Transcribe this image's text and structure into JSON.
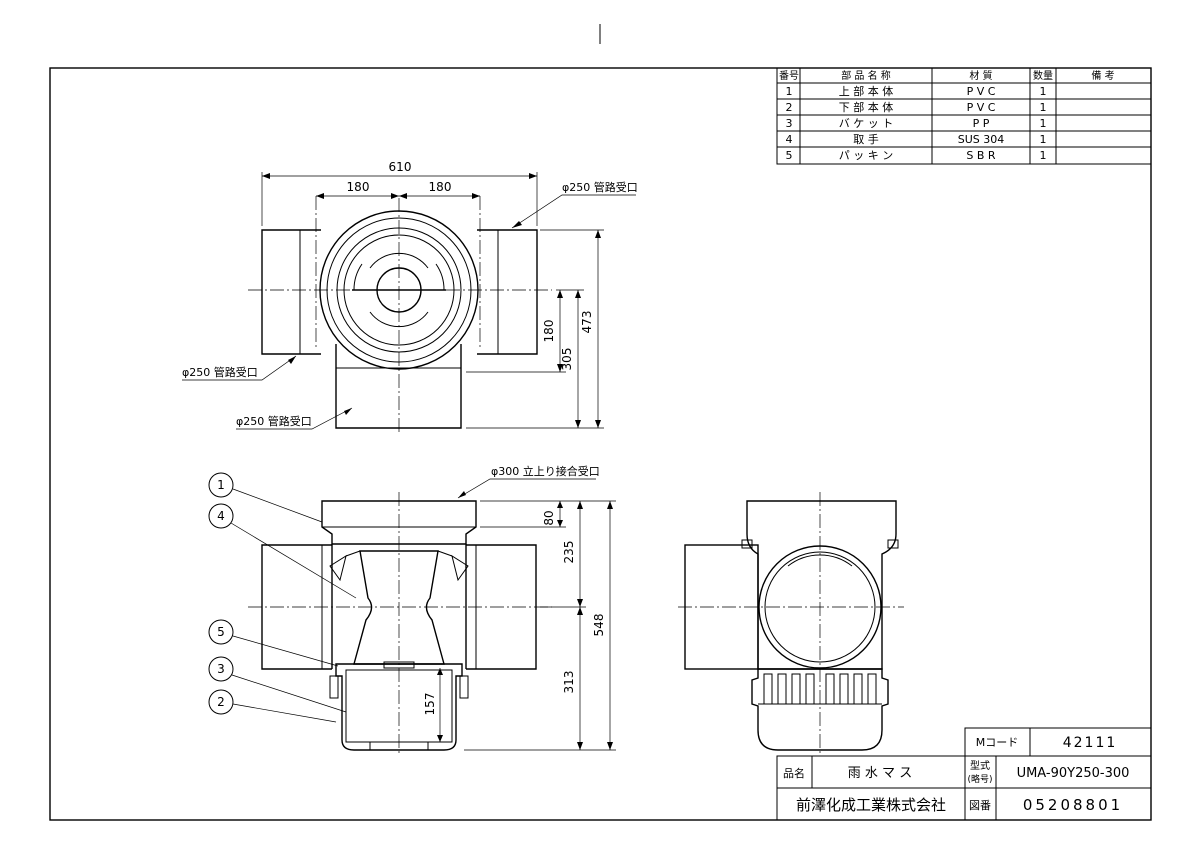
{
  "parts_table": {
    "headers": [
      "番号",
      "部 品 名 称",
      "材 質",
      "数量",
      "備 考"
    ],
    "rows": [
      {
        "no": "1",
        "name": "上 部 本 体",
        "material": "P V C",
        "qty": "1",
        "note": ""
      },
      {
        "no": "2",
        "name": "下 部 本 体",
        "material": "P V C",
        "qty": "1",
        "note": ""
      },
      {
        "no": "3",
        "name": "バ ケ ッ ト",
        "material": "P P",
        "qty": "1",
        "note": ""
      },
      {
        "no": "4",
        "name": "取 手",
        "material": "SUS 304",
        "qty": "1",
        "note": ""
      },
      {
        "no": "5",
        "name": "パ ッ キ ン",
        "material": "S B R",
        "qty": "1",
        "note": ""
      }
    ]
  },
  "top_view": {
    "dim_total_width": "610",
    "dim_left": "180",
    "dim_right": "180",
    "dim_right_1": "180",
    "dim_right_2": "305",
    "dim_right_3": "473",
    "callout_top_right": "φ250 管路受口",
    "callout_left": "φ250 管路受口",
    "callout_bottom": "φ250 管路受口"
  },
  "front_view": {
    "callout_top": "φ300 立上り接合受口",
    "dim_80": "80",
    "dim_235": "235",
    "dim_548": "548",
    "dim_313": "313",
    "dim_157": "157",
    "balloons": [
      "1",
      "4",
      "5",
      "3",
      "2"
    ]
  },
  "title_block": {
    "mcode_label": "Mコード",
    "mcode_value": "42111",
    "name_label": "品名",
    "name_value": "雨 水 マ ス",
    "model_label_1": "型式",
    "model_label_2": "(略号)",
    "model_value": "UMA-90Y250-300",
    "company": "前澤化成工業株式会社",
    "drawing_no_label": "図番",
    "drawing_no_value": "05208801"
  }
}
